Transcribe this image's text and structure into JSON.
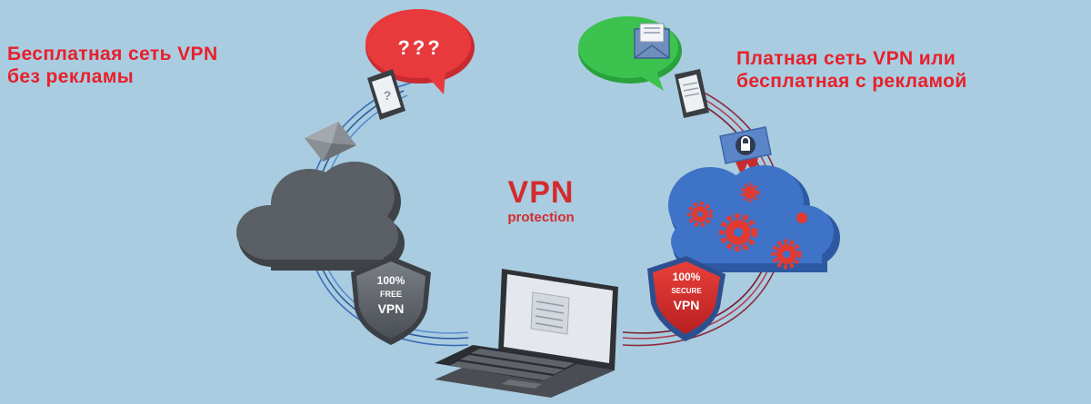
{
  "captions": {
    "left": [
      "Бесплатная сеть VPN",
      "без рекламы"
    ],
    "right": [
      "Платная сеть VPN или",
      "бесплатная с рекламой"
    ]
  },
  "center": {
    "title": "VPN",
    "subtitle": "protection"
  },
  "bubbles": {
    "left_text": "???"
  },
  "shields": {
    "left": [
      "100%",
      "FREE",
      "VPN"
    ],
    "right": [
      "100%",
      "SECURE",
      "VPN"
    ]
  },
  "colors": {
    "background": "#a9cce0",
    "caption": "#e8202a",
    "free_bubble": "#e8393d",
    "paid_bubble": "#3cc24f",
    "free_cloud": "#555a60",
    "paid_cloud": "#3a6ec4",
    "gear": "#e03a33",
    "title": "#d22c2f"
  }
}
